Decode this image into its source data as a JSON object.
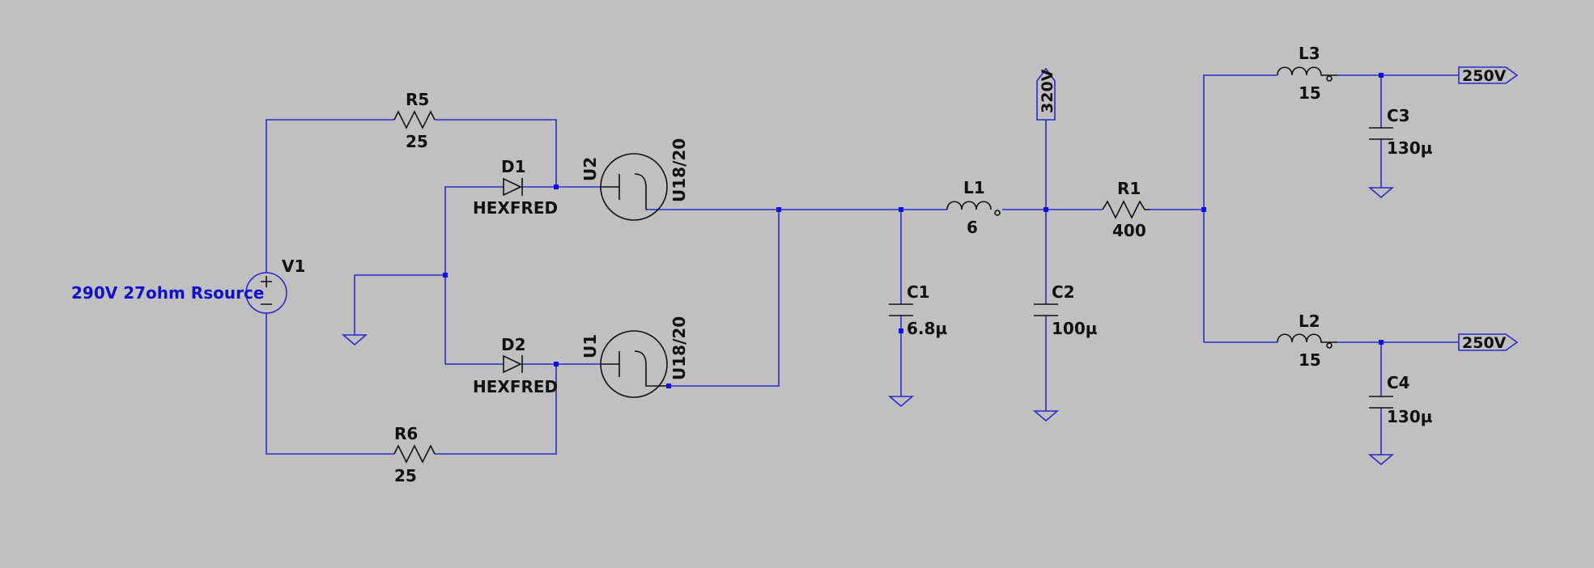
{
  "colors": {
    "background": "#c0c0c0",
    "wire": "#2a2acc",
    "symbol_text": "#111111",
    "directive_text": "#1010cc",
    "junction": "#1010ee"
  },
  "source": {
    "ref": "V1",
    "directive": "290V 27ohm Rsource"
  },
  "r5": {
    "ref": "R5",
    "value": "25"
  },
  "r6": {
    "ref": "R6",
    "value": "25"
  },
  "d1": {
    "ref": "D1",
    "model": "HEXFRED"
  },
  "d2": {
    "ref": "D2",
    "model": "HEXFRED"
  },
  "u2": {
    "ref": "U2",
    "model": "U18/20"
  },
  "u1": {
    "ref": "U1",
    "model": "U18/20"
  },
  "c1": {
    "ref": "C1",
    "value": "6.8µ"
  },
  "l1": {
    "ref": "L1",
    "value": "6"
  },
  "c2": {
    "ref": "C2",
    "value": "100µ"
  },
  "flag_320": {
    "label": "320V"
  },
  "r1": {
    "ref": "R1",
    "value": "400"
  },
  "l3": {
    "ref": "L3",
    "value": "15"
  },
  "c3": {
    "ref": "C3",
    "value": "130µ"
  },
  "flag_out1": {
    "label": "250V"
  },
  "l2": {
    "ref": "L2",
    "value": "15"
  },
  "c4": {
    "ref": "C4",
    "value": "130µ"
  },
  "flag_out2": {
    "label": "250V"
  }
}
